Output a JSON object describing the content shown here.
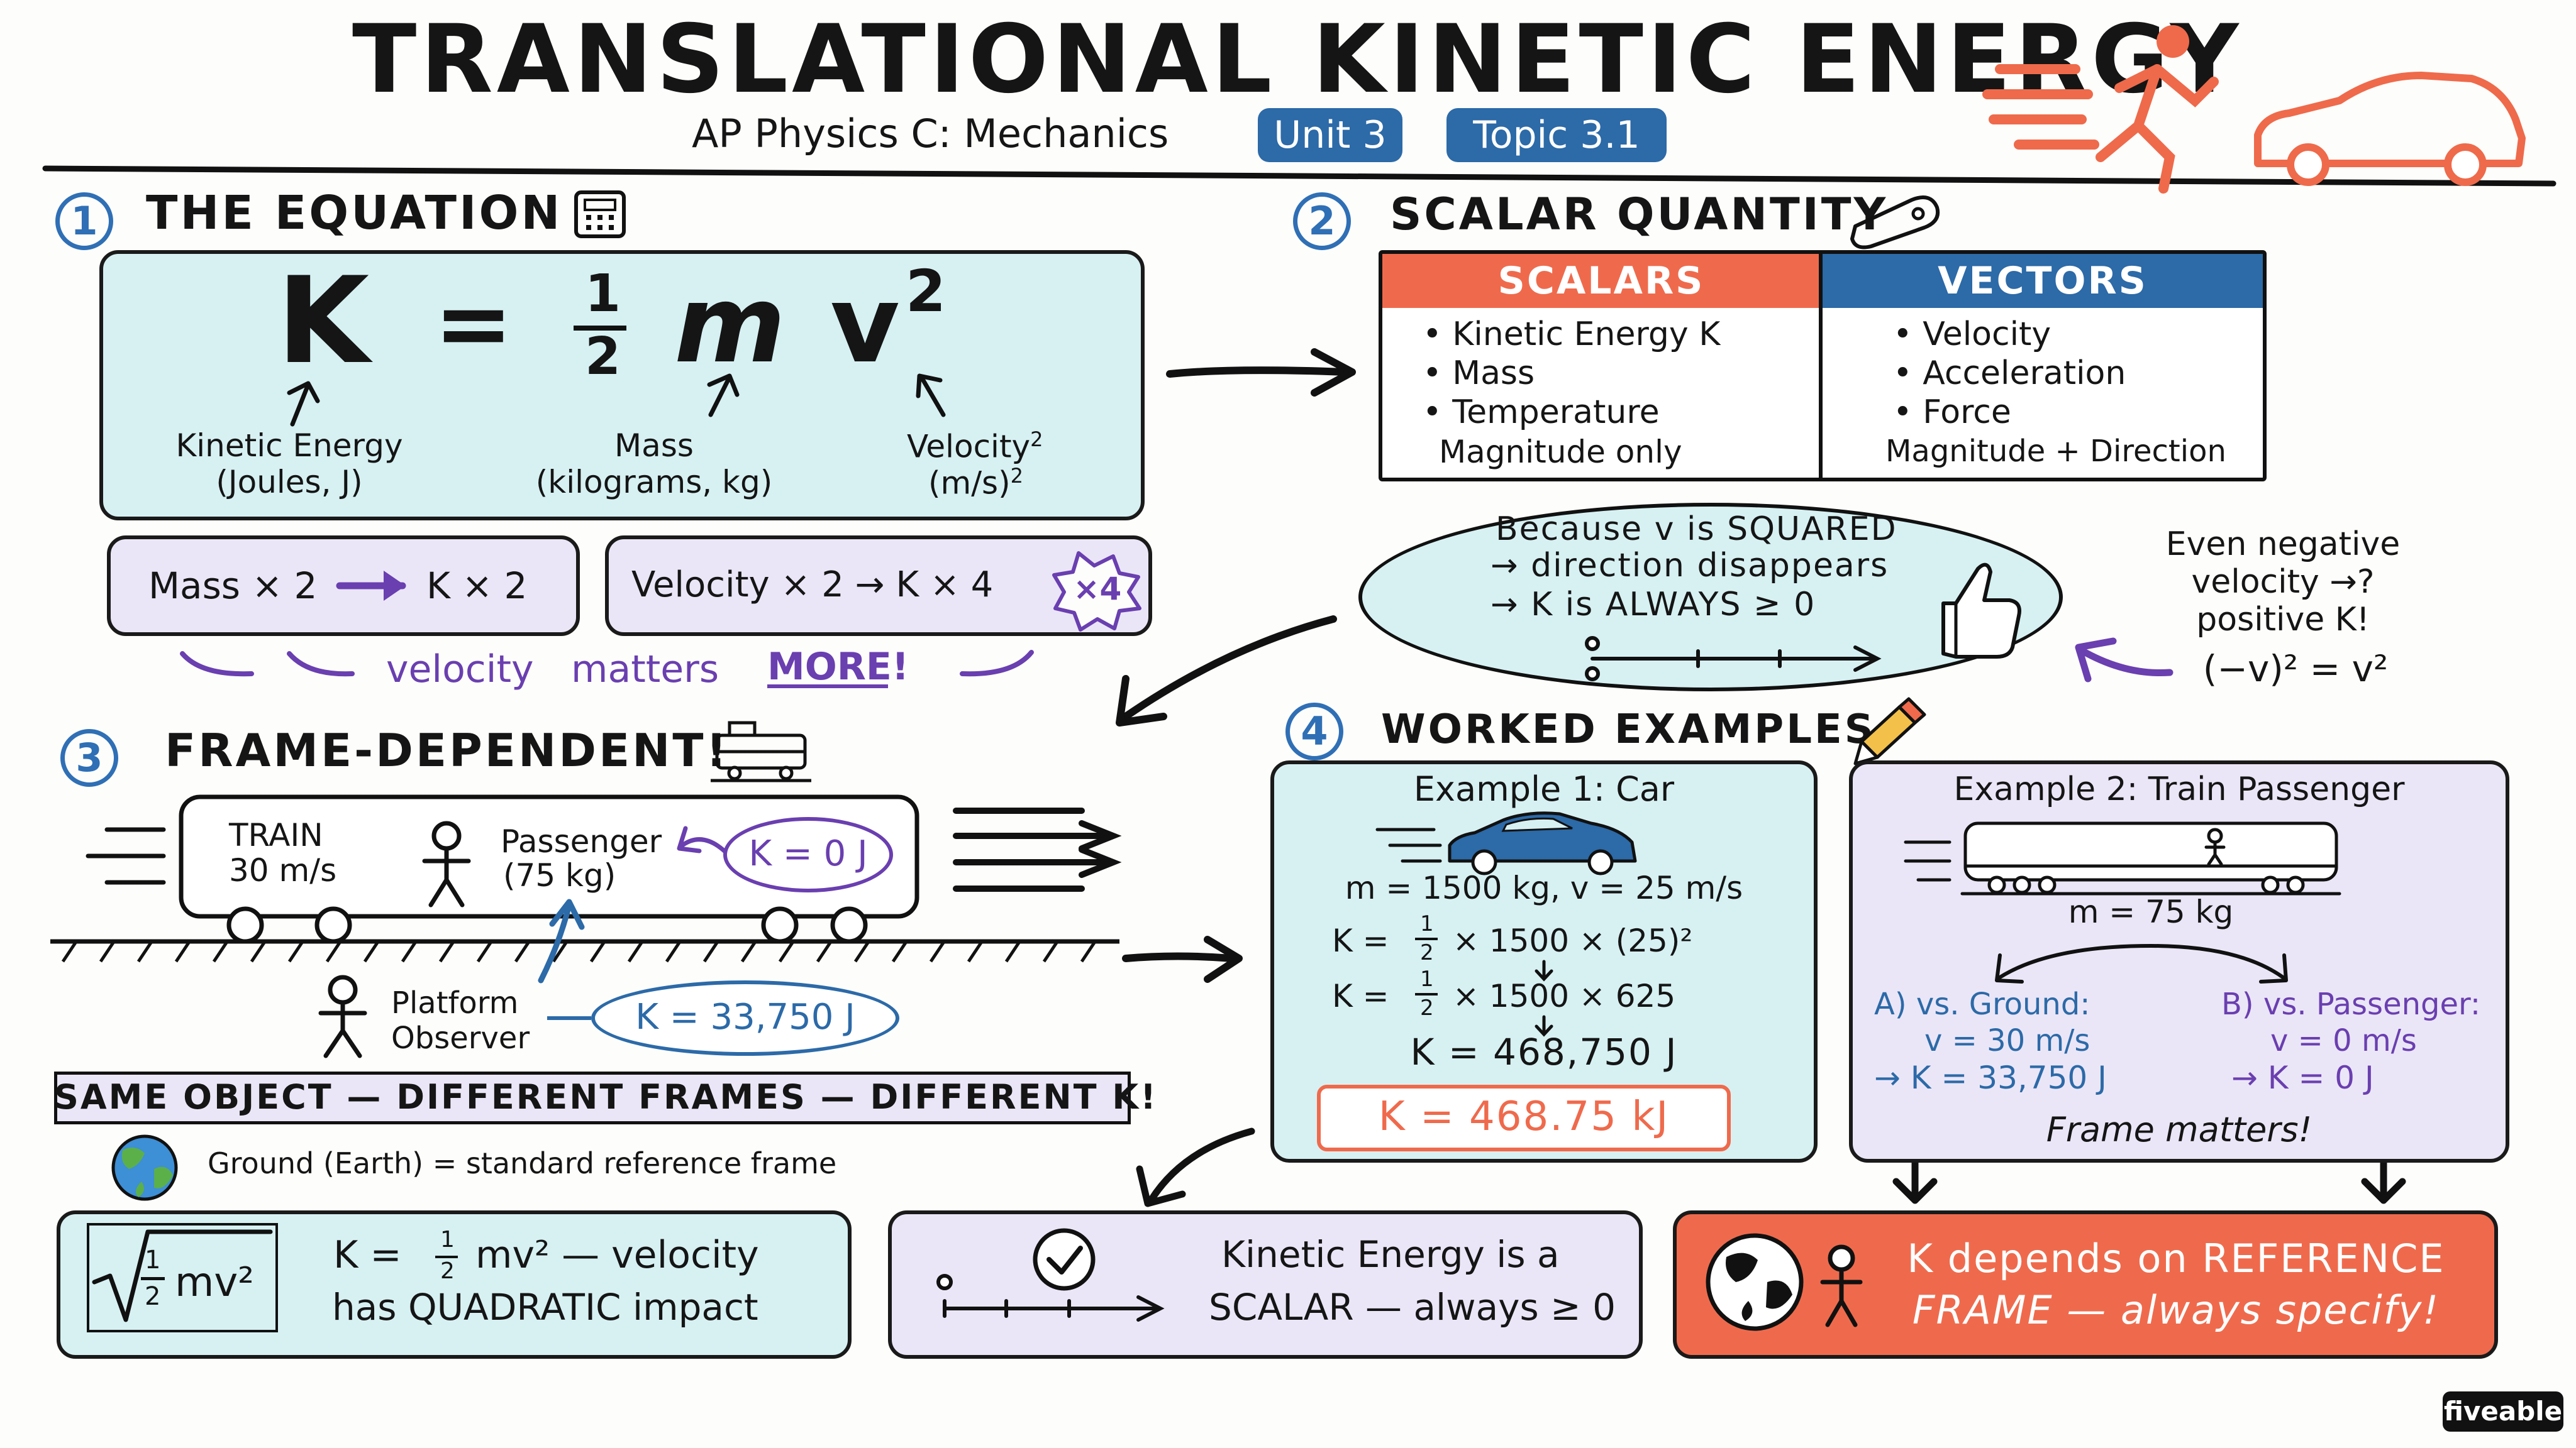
{
  "header": {
    "title": "TRANSLATIONAL KINETIC ENERGY",
    "subtitle": "AP Physics C: Mechanics",
    "unit_badge": "Unit 3",
    "topic_badge": "Topic 3.1"
  },
  "section1": {
    "number": "1",
    "title": "THE EQUATION",
    "eq_K": "K",
    "eq_equals": "=",
    "eq_num": "1",
    "eq_den": "2",
    "eq_m": "m",
    "eq_v": "v",
    "eq_exp": "2",
    "label_K_1": "Kinetic Energy",
    "label_K_2": "(Joules, J)",
    "label_m_1": "Mass",
    "label_m_2": "(kilograms, kg)",
    "label_v_1": "Velocity",
    "label_v_1_sup": "2",
    "label_v_2": "(m/s)",
    "label_v_2_sup": "2",
    "mass_effect_left": "Mass × 2",
    "mass_effect_right": "K × 2",
    "velocity_effect": "Velocity × 2 → K × 4",
    "burst": "×4",
    "note_velocity": "velocity",
    "note_matters": "matters",
    "note_more": "MORE!"
  },
  "section2": {
    "number": "2",
    "title": "SCALAR QUANTITY",
    "scalars_header": "SCALARS",
    "vectors_header": "VECTORS",
    "scalars_items": [
      "• Kinetic Energy K",
      "• Mass",
      "• Temperature"
    ],
    "scalars_footer": "Magnitude only",
    "vectors_items": [
      "• Velocity",
      "• Acceleration",
      "• Force"
    ],
    "vectors_footer": "Magnitude + Direction",
    "oval_line1": "Because v is SQUARED",
    "oval_line2": "→ direction disappears",
    "oval_line3": "→ K is ALWAYS ≥ 0",
    "number_line_zero": "0",
    "side_line1": "Even negative",
    "side_line2": "velocity →?",
    "side_line3": "positive K!",
    "side_line4": "(−v)² = v²"
  },
  "section3": {
    "number": "3",
    "title": "FRAME-DEPENDENT!",
    "train_label_1": "TRAIN",
    "train_label_2": "30 m/s",
    "passenger_label_1": "Passenger",
    "passenger_label_2": "(75 kg)",
    "passenger_k": "K = 0 J",
    "observer_label_1": "Platform",
    "observer_label_2": "Observer",
    "observer_k": "K = 33,750 J",
    "banner": "SAME OBJECT — DIFFERENT FRAMES — DIFFERENT K!",
    "ground_note": "Ground (Earth) = standard reference frame"
  },
  "section4": {
    "number": "4",
    "title": "WORKED EXAMPLES",
    "ex1_title": "Example 1: Car",
    "ex1_line1": "m = 1500 kg, v = 25 m/s",
    "ex1_line2_pre": "K =",
    "ex1_line2_frac_num": "1",
    "ex1_line2_frac_den": "2",
    "ex1_line2_post": "× 1500 × (25)²",
    "ex1_line3_post": "× 1500 × 625",
    "ex1_line4": "K = 468,750 J",
    "ex1_result": "K = 468.75 kJ",
    "ex2_title": "Example 2: Train Passenger",
    "ex2_mass": "m = 75 kg",
    "ex2_a_title": "A) vs. Ground:",
    "ex2_a_v": "v = 30 m/s",
    "ex2_a_k": "→ K = 33,750 J",
    "ex2_b_title": "B) vs. Passenger:",
    "ex2_b_v": "v = 0 m/s",
    "ex2_b_k": "→ K = 0 J",
    "ex2_footer": "Frame matters!"
  },
  "summary": {
    "card1_root_num": "1",
    "card1_root_den": "2",
    "card1_root_expr": "mv²",
    "card1_line1_pre": "K =",
    "card1_line1_post": "mv² — velocity",
    "card1_line2": "has QUADRATIC impact",
    "card2_zero": "0",
    "card2_line1": "Kinetic Energy is a",
    "card2_line2": "SCALAR — always ≥ 0",
    "card3_line1": "K depends on REFERENCE",
    "card3_line2": "FRAME — always specify!"
  },
  "brand": "fiveable",
  "colors": {
    "cyan": "#d7f1f3",
    "lavender": "#ebe6f7",
    "coral": "#ef6a4c",
    "blue": "#2c6aa8",
    "purple": "#6a3fb0"
  }
}
